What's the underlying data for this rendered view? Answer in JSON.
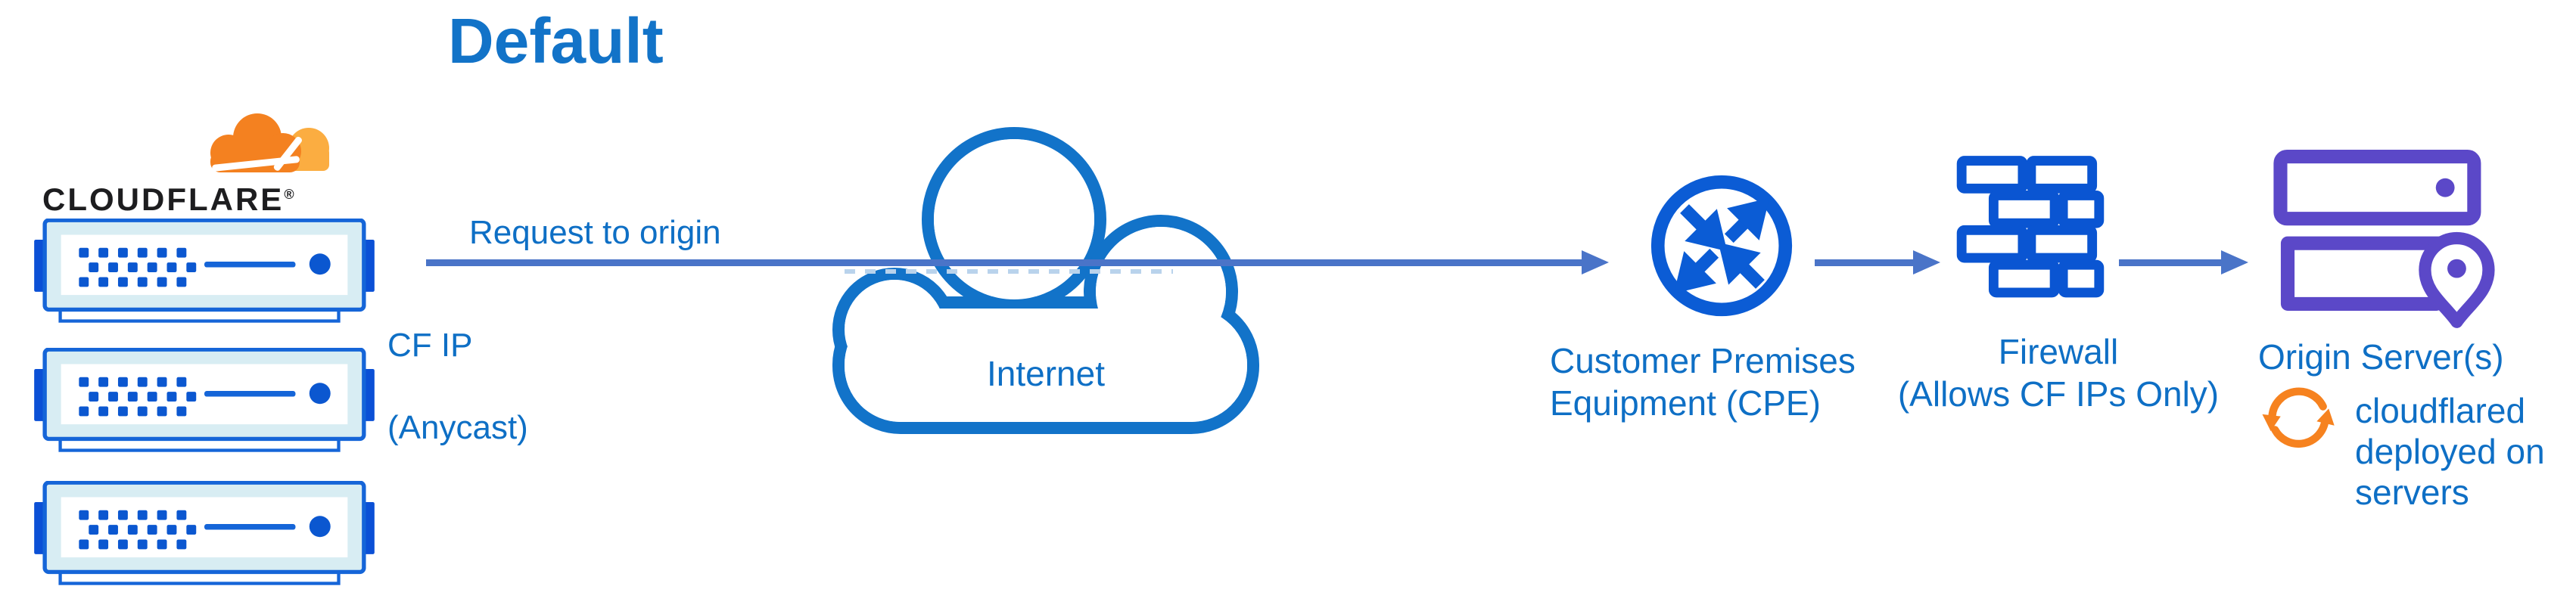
{
  "page": {
    "title": "Default"
  },
  "cloudflare_stack": {
    "wordmark": "CLOUDFLARE",
    "registered_mark": "®",
    "server_count": 3
  },
  "edge_connection": {
    "request_label": "Request to origin",
    "ip_label_line1": "CF IP",
    "ip_label_line2": "(Anycast)"
  },
  "internet": {
    "label": "Internet"
  },
  "cpe": {
    "label_line1": "Customer Premises",
    "label_line2": "Equipment (CPE)"
  },
  "firewall": {
    "label_line1": "Firewall",
    "label_line2": "(Allows CF IPs Only)"
  },
  "origin": {
    "label": "Origin Server(s)",
    "note_line1": "cloudflared",
    "note_line2": "deployed on",
    "note_line3": "servers"
  },
  "icons": {
    "cloudflare_logo": "orange-cloud-logo",
    "edge_server": "rack-server-icon",
    "internet": "cloud-outline-icon",
    "cpe": "router-arrows-icon",
    "firewall": "brick-wall-icon",
    "origin": "server-stack-location-pin-icon",
    "cloudflared": "sync-arrows-icon"
  },
  "colors": {
    "heading_blue": "#1273c8",
    "label_blue": "#0e6fc5",
    "connector_blue": "#4a74c8",
    "icon_blue": "#0b5cd5",
    "server_border_blue": "#1565d8",
    "server_frame_fill": "#d8edf3",
    "server_tab_blue": "#0b50d6",
    "cloud_stroke_blue": "#1273c9",
    "origin_purple": "#5b48c8",
    "cloudflare_orange": "#f48120",
    "cloudflare_orange_light": "#fbad41",
    "wordmark_black": "#1d1d1f",
    "dashed_faint_blue": "#b9d3ec",
    "background": "#ffffff"
  }
}
